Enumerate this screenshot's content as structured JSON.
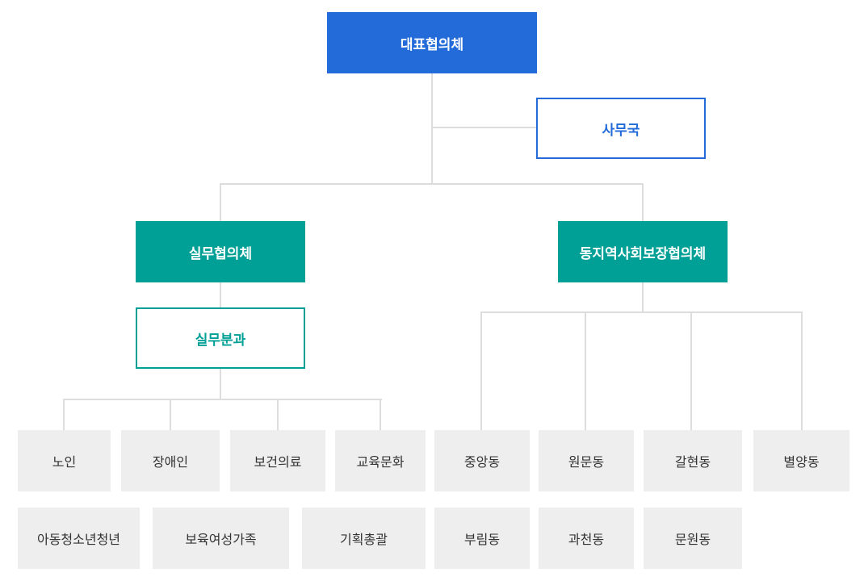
{
  "chart": {
    "colors": {
      "top": "#226bd9",
      "teal": "#00a096",
      "leaf_bg": "#eeeeee",
      "line": "#dddddd"
    },
    "top": {
      "label": "대표협의체"
    },
    "secretariat": {
      "label": "사무국"
    },
    "working_council": {
      "label": "실무협의체",
      "sub": {
        "label": "실무분과"
      },
      "divisions": [
        {
          "label": "노인"
        },
        {
          "label": "장애인"
        },
        {
          "label": "보건의료"
        },
        {
          "label": "교육문화"
        },
        {
          "label": "아동청소년청년"
        },
        {
          "label": "보육여성가족"
        },
        {
          "label": "기획총괄"
        }
      ]
    },
    "dong_council": {
      "label": "동지역사회보장협의체",
      "dongs": [
        {
          "label": "중앙동"
        },
        {
          "label": "원문동"
        },
        {
          "label": "갈현동"
        },
        {
          "label": "별양동"
        },
        {
          "label": "부림동"
        },
        {
          "label": "과천동"
        },
        {
          "label": "문원동"
        }
      ]
    }
  }
}
